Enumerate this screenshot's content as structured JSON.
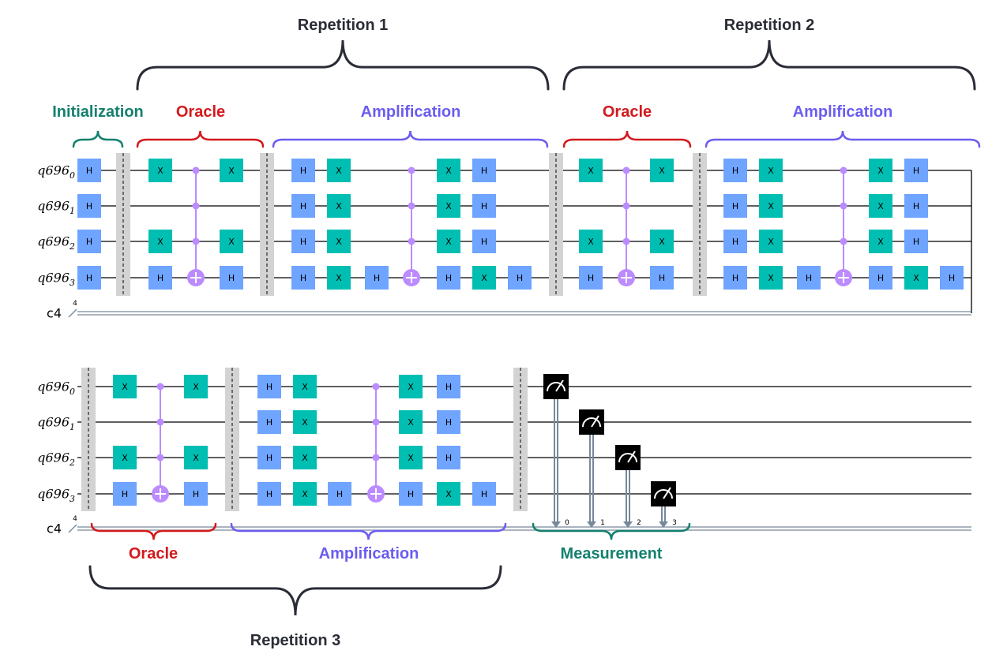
{
  "repetitions": [
    "Repetition 1",
    "Repetition 2",
    "Repetition 3"
  ],
  "sections": {
    "initialization": "Initialization",
    "oracle": "Oracle",
    "amplification": "Amplification",
    "measurement": "Measurement"
  },
  "qubit_register": "q696",
  "qubit_indices": [
    "0",
    "1",
    "2",
    "3"
  ],
  "classical_register": "c4",
  "classical_width": "4",
  "measurement_indices": [
    "0",
    "1",
    "2",
    "3"
  ],
  "gates": {
    "hadamard": "H",
    "pauli_x": "X"
  },
  "colors": {
    "hadamard": "#6fa4ff",
    "pauli_x": "#00bfb2",
    "controlled_x": "#bb8bff",
    "barrier": "#d3d3d3",
    "measure": "#000000",
    "classical_wire": "#778899",
    "initialization": "#14806e",
    "oracle": "#d3191c",
    "amplification": "#6b5cf0",
    "repetition": "#2a2d36"
  }
}
